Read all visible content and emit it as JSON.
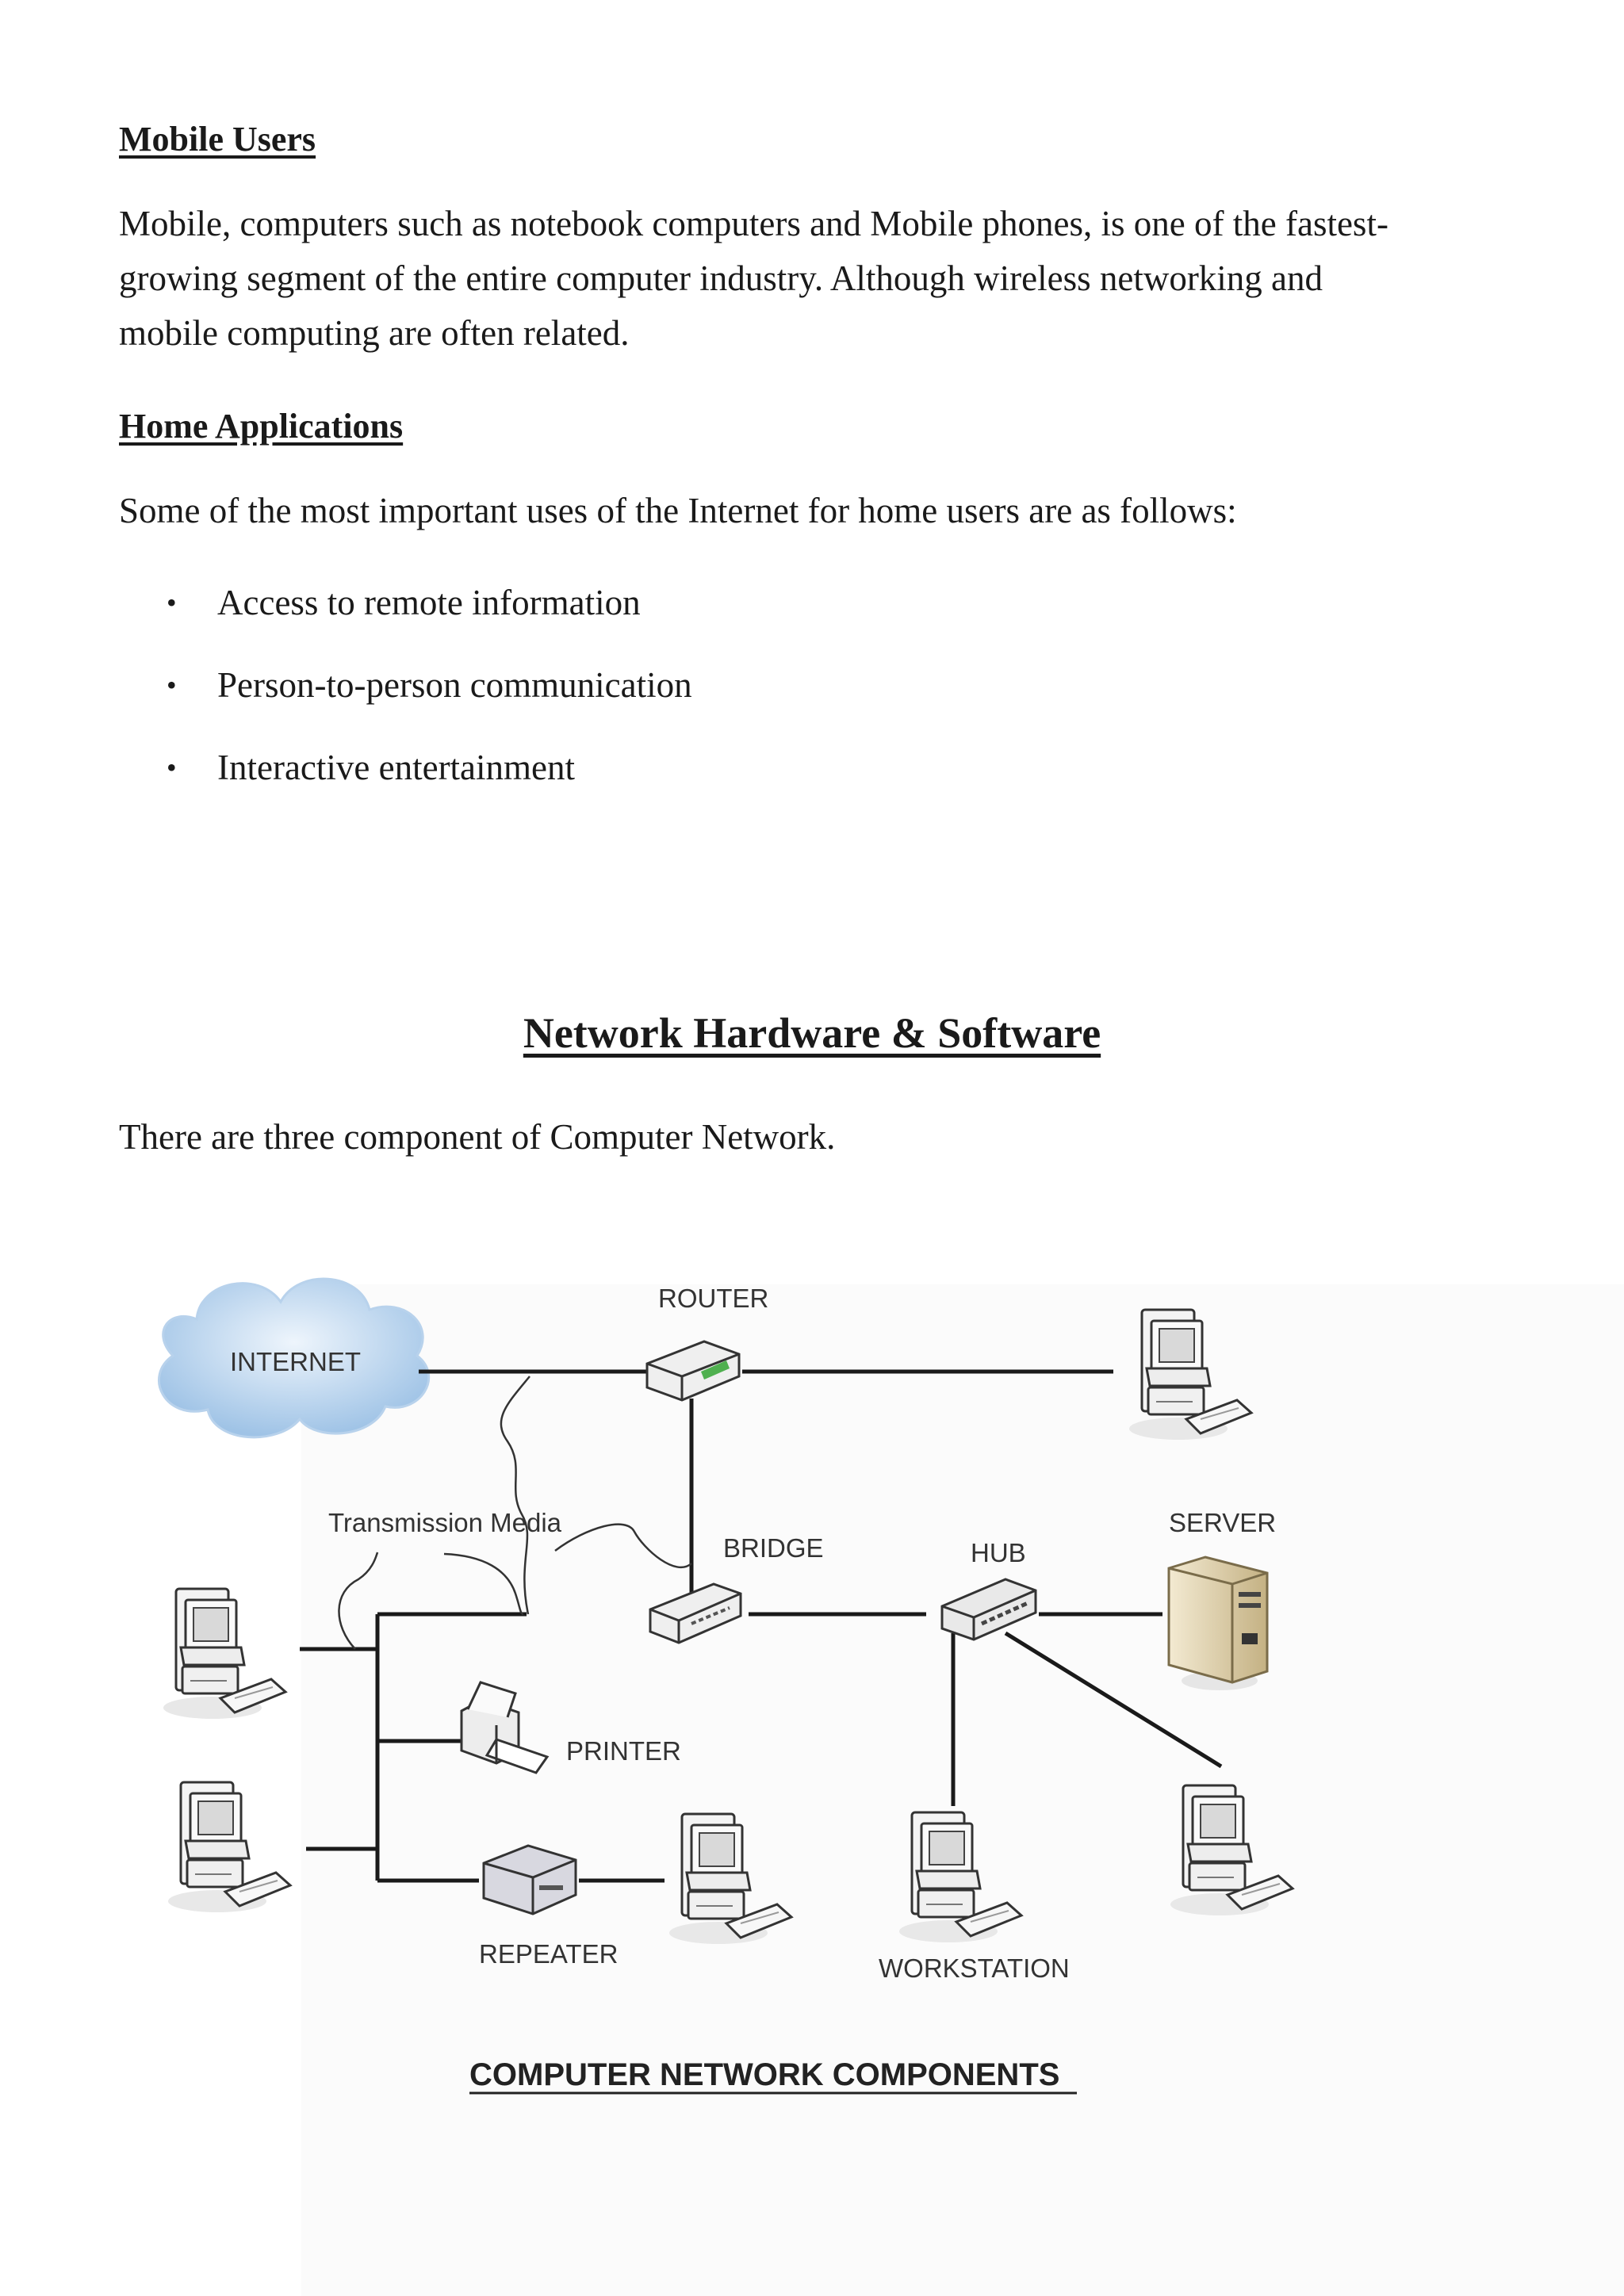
{
  "section1": {
    "heading": "Mobile Users",
    "paragraph_lines": [
      "Mobile, computers such as notebook computers and Mobile phones, is one of the fastest-",
      "growing segment of the entire computer industry. Although wireless networking and",
      "mobile computing are often related."
    ]
  },
  "section2": {
    "heading": "Home Applications",
    "intro": "Some of the most important uses of the Internet for home users are as follows:",
    "bullets": [
      "Access to remote information",
      "Person-to-person communication",
      "Interactive entertainment"
    ]
  },
  "section3": {
    "title": "Network Hardware & Software",
    "intro": "There are three component of Computer Network."
  },
  "diagram": {
    "labels": {
      "internet": "INTERNET",
      "router": "ROUTER",
      "transmission_media": "Transmission Media",
      "bridge": "BRIDGE",
      "hub": "HUB",
      "server": "SERVER",
      "printer": "PRINTER",
      "repeater": "REPEATER",
      "workstation": "WORKSTATION"
    },
    "caption": "COMPUTER NETWORK COMPONENTS"
  }
}
